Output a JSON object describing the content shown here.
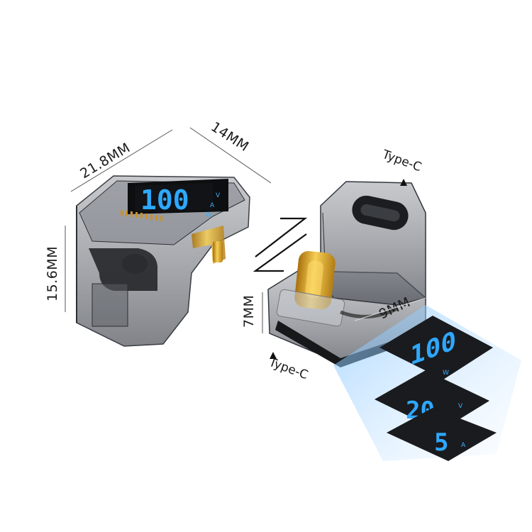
{
  "dimensions": {
    "length": "21.8MM",
    "width": "14MM",
    "height": "15.6MM",
    "plug_height": "7MM",
    "port_width": "9MM"
  },
  "labels": {
    "type_c_top": "Type-C",
    "type_c_bottom": "Type-C"
  },
  "display": {
    "main_value": "100",
    "unit_v": "V",
    "unit_a": "A",
    "unit_w": "W",
    "panel_power": "100",
    "panel_voltage": "20",
    "panel_current": "5"
  },
  "colors": {
    "digit": "#2ea8ff",
    "plug_gold": "#d9a021",
    "shell_tint": "#6b6f76",
    "beam": "#8ec9ff"
  }
}
